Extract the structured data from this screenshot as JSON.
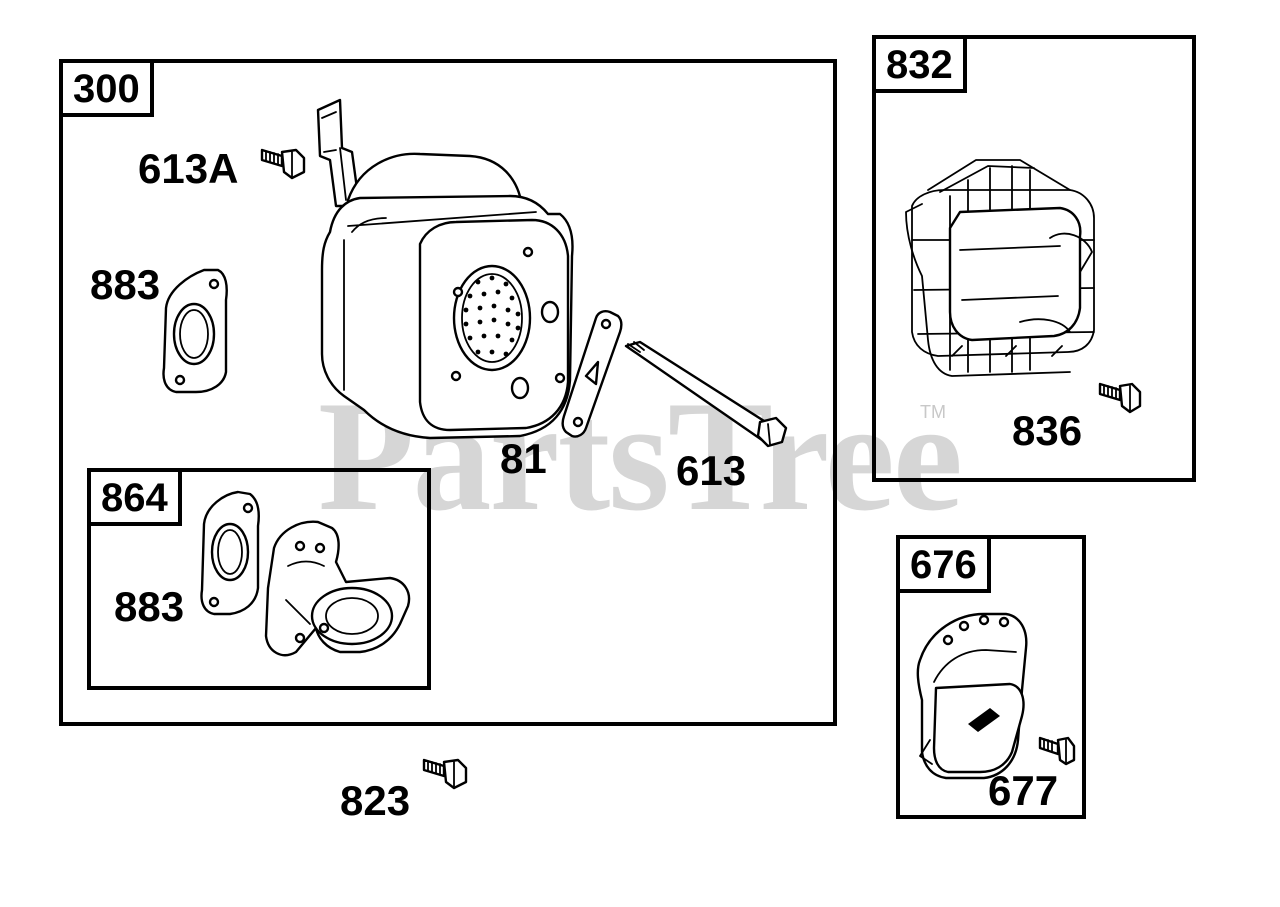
{
  "watermark": {
    "brand": "PartsTree",
    "trademark": "TM"
  },
  "groups": [
    {
      "tag": "300"
    },
    {
      "tag": "864"
    },
    {
      "tag": "832"
    },
    {
      "tag": "676"
    }
  ],
  "callouts": {
    "bolt_613a": "613A",
    "gasket_883_upper": "883",
    "gasket_883_lower": "883",
    "lock_81": "81",
    "stud_613": "613",
    "screw_836": "836",
    "screw_823": "823",
    "screw_677": "677"
  }
}
